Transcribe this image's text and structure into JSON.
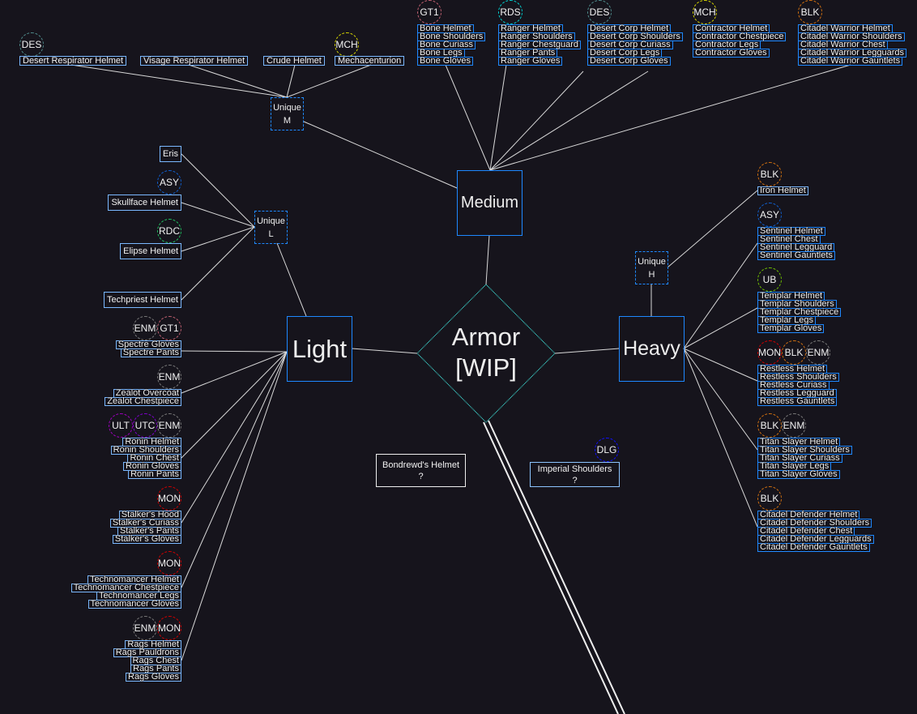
{
  "center": {
    "line1": "Armor",
    "line2": "[WIP]"
  },
  "categories": {
    "medium": "Medium",
    "light": "Light",
    "heavy": "Heavy"
  },
  "unique": {
    "m": {
      "line1": "Unique",
      "line2": "M"
    },
    "l": {
      "line1": "Unique",
      "line2": "L"
    },
    "h": {
      "line1": "Unique",
      "line2": "H"
    }
  },
  "badge_colors": {
    "DES": "#4f8c8c",
    "GT1": "#c06070",
    "RDS": "#00d0d0",
    "MCH": "#d4d400",
    "BLK": "#d07010",
    "ASY": "#1060d0",
    "RDC": "#20c060",
    "ENM": "#7a7a7a",
    "ULT": "#a000c0",
    "UTC": "#8000d0",
    "MON": "#d00000",
    "UB": "#70c000",
    "DLG": "#1010ff"
  },
  "groups": [
    {
      "id": "bone",
      "badges": [
        "GT1"
      ],
      "items": [
        "Bone Helmet",
        "Bone Shoulders",
        "Bone Curiass",
        "Bone Legs",
        "Bone Gloves"
      ]
    },
    {
      "id": "ranger",
      "badges": [
        "RDS"
      ],
      "items": [
        "Ranger Helmet",
        "Ranger Shoulders",
        "Ranger Chestguard",
        "Ranger Pants",
        "Ranger Gloves"
      ]
    },
    {
      "id": "desertcorp",
      "badges": [
        "DES"
      ],
      "items": [
        "Desert Corp Helmet",
        "Desert Corp Shoulders",
        "Desert Corp Curiass",
        "Desert Corp Legs",
        "Desert Corp Gloves"
      ]
    },
    {
      "id": "contractor",
      "badges": [
        "MCH"
      ],
      "items": [
        "Contractor Helmet",
        "Contractor Chestpiece",
        "Contractor Legs",
        "Contractor Gloves"
      ]
    },
    {
      "id": "citadelwarrior",
      "badges": [
        "BLK"
      ],
      "items": [
        "Citadel Warrior Helmet",
        "Citadel Warrior Shoulders",
        "Citadel Warrior Chest",
        "Citadel Warrior Legguards",
        "Citadel Warrior Gauntlets"
      ]
    },
    {
      "id": "desertresp",
      "badges": [
        "DES"
      ],
      "items": [
        "Desert Respirator Helmet"
      ]
    },
    {
      "id": "visage",
      "badges": [],
      "items": [
        "Visage Respirator Helmet"
      ]
    },
    {
      "id": "crude",
      "badges": [],
      "items": [
        "Crude Helmet"
      ]
    },
    {
      "id": "mecha",
      "badges": [
        "MCH"
      ],
      "items": [
        "Mechacenturion"
      ]
    },
    {
      "id": "eris",
      "badges": [],
      "items": [
        "Eris"
      ]
    },
    {
      "id": "skullface",
      "badges": [
        "ASY"
      ],
      "items": [
        "Skullface Helmet"
      ]
    },
    {
      "id": "elipse",
      "badges": [
        "RDC"
      ],
      "items": [
        "Elipse Helmet"
      ]
    },
    {
      "id": "techpriest",
      "badges": [],
      "items": [
        "Techpriest Helmet"
      ]
    },
    {
      "id": "spectre",
      "badges": [
        "ENM",
        "GT1"
      ],
      "items": [
        "Spectre Gloves",
        "Spectre Pants"
      ]
    },
    {
      "id": "zealot",
      "badges": [
        "ENM"
      ],
      "items": [
        "Zealot Overcoat",
        "Zealot Chestpiece"
      ]
    },
    {
      "id": "ronin",
      "badges": [
        "ULT",
        "UTC",
        "ENM"
      ],
      "items": [
        "Ronin Helmet",
        "Ronin Shoulders",
        "Ronin Chest",
        "Ronin Gloves",
        "Ronin Pants"
      ]
    },
    {
      "id": "stalker",
      "badges": [
        "MON"
      ],
      "items": [
        "Stalker's Hood",
        "Stalker's Curiass",
        "Stalker's Pants",
        "Stalker's Gloves"
      ]
    },
    {
      "id": "technomancer",
      "badges": [
        "MON"
      ],
      "items": [
        "Technomancer Helmet",
        "Technomancer Chestpiece",
        "Technomancer Legs",
        "Technomancer Gloves"
      ]
    },
    {
      "id": "rags",
      "badges": [
        "ENM",
        "MON"
      ],
      "items": [
        "Rags Helmet",
        "Rags Pauldrons",
        "Rags Chest",
        "Rags Pants",
        "Rags Gloves"
      ]
    },
    {
      "id": "iron",
      "badges": [
        "BLK"
      ],
      "items": [
        "Iron Helmet"
      ]
    },
    {
      "id": "sentinel",
      "badges": [
        "ASY"
      ],
      "items": [
        "Sentinel Helmet",
        "Sentinel Chest",
        "Sentinel Legguard",
        "Sentinel Gauntlets"
      ]
    },
    {
      "id": "templar",
      "badges": [
        "UB"
      ],
      "items": [
        "Templar Helmet",
        "Templar Shoulders",
        "Templar Chestpiece",
        "Templar Legs",
        "Templar Gloves"
      ]
    },
    {
      "id": "restless",
      "badges": [
        "MON",
        "BLK",
        "ENM"
      ],
      "items": [
        "Restless Helmet",
        "Restless Shoulders",
        "Restless Curiass",
        "Restless Legguard",
        "Restless Gauntlets"
      ]
    },
    {
      "id": "titanslayer",
      "badges": [
        "BLK",
        "ENM"
      ],
      "items": [
        "Titan Slayer Helmet",
        "Titan Slayer Shoulders",
        "Titan Slayer Curiass",
        "Titan Slayer Legs",
        "Titan Slayer Gloves"
      ]
    },
    {
      "id": "citadeldefender",
      "badges": [
        "BLK"
      ],
      "items": [
        "Citadel Defender Helmet",
        "Citadel Defender Shoulders",
        "Citadel Defender Chest",
        "Citadel Defender Legguards",
        "Citadel Defender Gauntlets"
      ]
    }
  ],
  "unassigned": [
    {
      "name": "Bondrewd's Helmet",
      "status": "?",
      "badges": []
    },
    {
      "name": "Imperial Shoulders",
      "status": "?",
      "badges": [
        "DLG"
      ]
    }
  ]
}
